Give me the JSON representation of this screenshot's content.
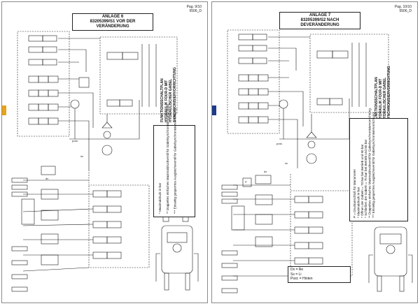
{
  "colors": {
    "accent_left": "#e8a317",
    "accent_right": "#1e3a8a",
    "line": "#1a1a1a"
  },
  "left": {
    "page_number": "Pag. 9/10",
    "doc_code": "5506_D",
    "title_line1": "ANLAGE 6",
    "title_line2": "83205399/S1   VOR DER VERÄNDERUNG",
    "side_title": [
      "FUNKTIONSSCHALTPLAN",
      "HYDRAULIK FOUR-D MIT",
      "HYDRAULISCHER GABEL",
      "SYNCHRONISIERVORRICHTUNG"
    ],
    "notes": [
      "* Maximaldruck in bar",
      "** Doppeltes einfaches Maximaldruckventil für Gabelsynchronisiervorrichtung",
      "*** Einseitig gesperrtes Ausgleichsventil für Gabelsynchronisiervorrichtung"
    ],
    "labels": {
      "dx": "dx",
      "sx": "sx",
      "post": "post."
    }
  },
  "right": {
    "page_number": "Pag. 10/10",
    "doc_code": "5506_D",
    "title_line1": "ANLAGE 7",
    "title_line2": "83205399/S2   NACH DEVERÄNDERUNG",
    "side_title": [
      "FUNKTIONSSCHALTPLAN",
      "HYDRAULIK FOUR-D MIT",
      "HYDRAULISCHER GABEL",
      "SYNCHRONISIERVORRICHTUNG"
    ],
    "notes": [
      "P = Druckanschluß für Manometer",
      "* Maximaldruck in bar",
      "* Öffnen der Gabeln = 70 bar bei Betrieb und 90 bar",
      "* Schließen der Gabeln = 70 bar bei Betrieb und 80 bar",
      "** Doppeltes einfaches Maximaldruckventil für Gabelsynchronisiervorrichtung",
      "*** Einseitig gesperrtes Ausgleichsventil für Gabelsynchronisiervorrichtung"
    ],
    "legend": [
      "Dx = Re",
      "Sx = Li",
      "Post. = Hinten"
    ],
    "labels": {
      "dx": "dx",
      "sx": "sx",
      "post": "post.",
      "p": "P"
    }
  }
}
